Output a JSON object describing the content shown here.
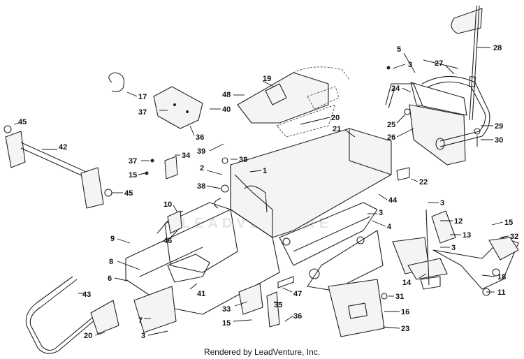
{
  "diagram": {
    "watermark": "LEADVENTURE",
    "footer": "Rendered by LeadVenture, Inc.",
    "callouts": [
      "28",
      "5",
      "3",
      "27",
      "24",
      "25",
      "26",
      "29",
      "30",
      "17",
      "19",
      "48",
      "20",
      "37",
      "40",
      "36",
      "21",
      "45",
      "42",
      "45",
      "39",
      "38",
      "34",
      "37",
      "15",
      "2",
      "1",
      "22",
      "38",
      "44",
      "10",
      "3",
      "12",
      "15",
      "13",
      "32",
      "3",
      "4",
      "46",
      "9",
      "8",
      "6",
      "43",
      "41",
      "47",
      "33",
      "35",
      "3",
      "31",
      "14",
      "16",
      "18",
      "11",
      "7",
      "20",
      "3",
      "15",
      "36",
      "23"
    ]
  }
}
